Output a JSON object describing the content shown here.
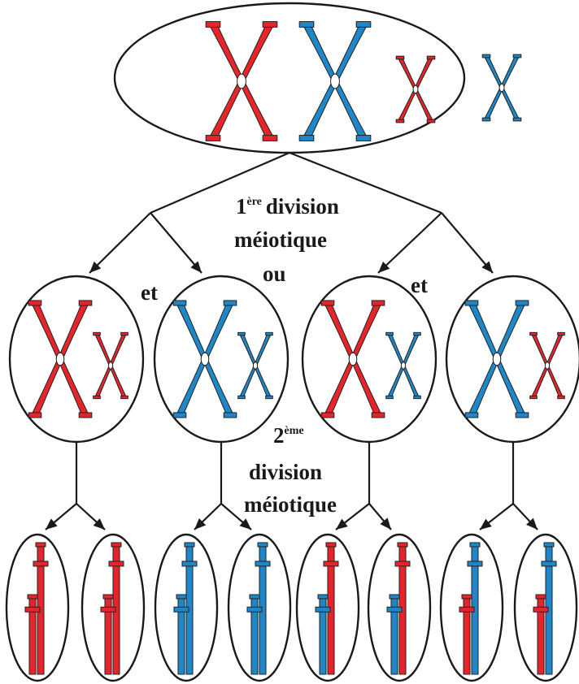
{
  "colors": {
    "red_chromosome": "#e8242b",
    "blue_chromosome": "#1f86c8",
    "outline": "#1a1a1a"
  },
  "labels": {
    "first_division_number": "1",
    "first_division_sup": "ère",
    "first_division_word": "division",
    "first_division_adj": "méiotique",
    "conjunction_left": "et",
    "conjunction_middle": "ou",
    "conjunction_right": "et",
    "second_division_number": "2",
    "second_division_sup": "ème",
    "second_division_word": "division",
    "second_division_adj": "méiotique"
  },
  "parent_cell": {
    "chromosomes": [
      "red-large",
      "blue-large",
      "red-small",
      "blue-small"
    ]
  },
  "meiosis1_cells": [
    {
      "large": "red",
      "small": "red"
    },
    {
      "large": "blue",
      "small": "blue"
    },
    {
      "large": "red",
      "small": "blue"
    },
    {
      "large": "blue",
      "small": "red"
    }
  ],
  "gametes": [
    {
      "large": "red",
      "small": "red"
    },
    {
      "large": "red",
      "small": "red"
    },
    {
      "large": "blue",
      "small": "blue"
    },
    {
      "large": "blue",
      "small": "blue"
    },
    {
      "large": "red",
      "small": "blue"
    },
    {
      "large": "red",
      "small": "blue"
    },
    {
      "large": "blue",
      "small": "red"
    },
    {
      "large": "blue",
      "small": "red"
    }
  ]
}
